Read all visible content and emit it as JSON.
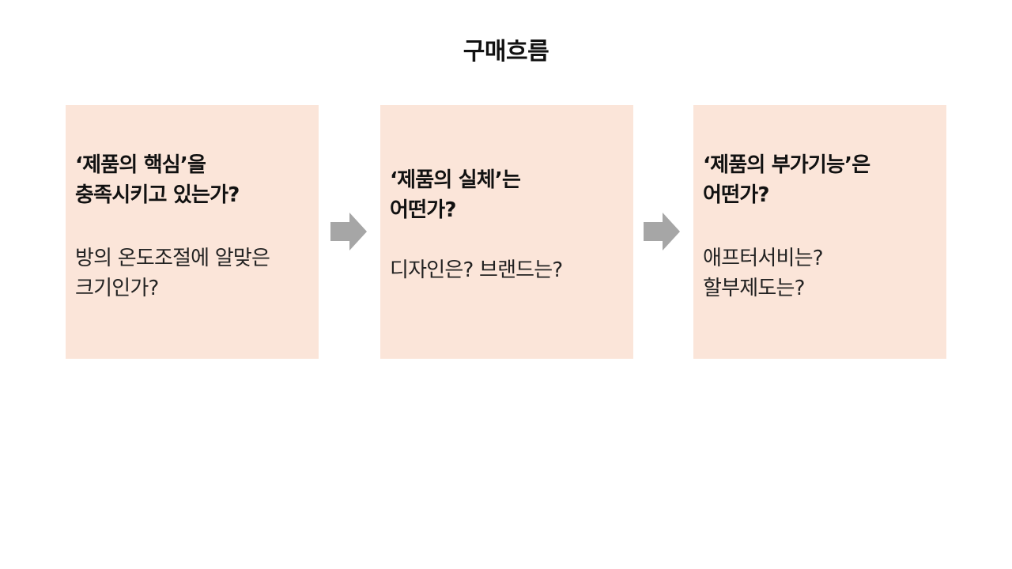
{
  "title": "구매흐름",
  "steps": [
    {
      "heading": "‘제품의 핵심’을\n충족시키고 있는가?",
      "body": "방의 온도조절에 알맞은\n크기인가?"
    },
    {
      "heading": "‘제품의 실체’는\n어떤가?",
      "body": "디자인은? 브랜드는?"
    },
    {
      "heading": "‘제품의 부가기능’은\n어떤가?",
      "body": "애프터서비는?\n할부제도는?"
    }
  ],
  "colors": {
    "box_fill": "#fbe5d9",
    "arrow": "#a6a6a6"
  },
  "icons": [
    "arrow-right-icon",
    "arrow-right-icon"
  ]
}
